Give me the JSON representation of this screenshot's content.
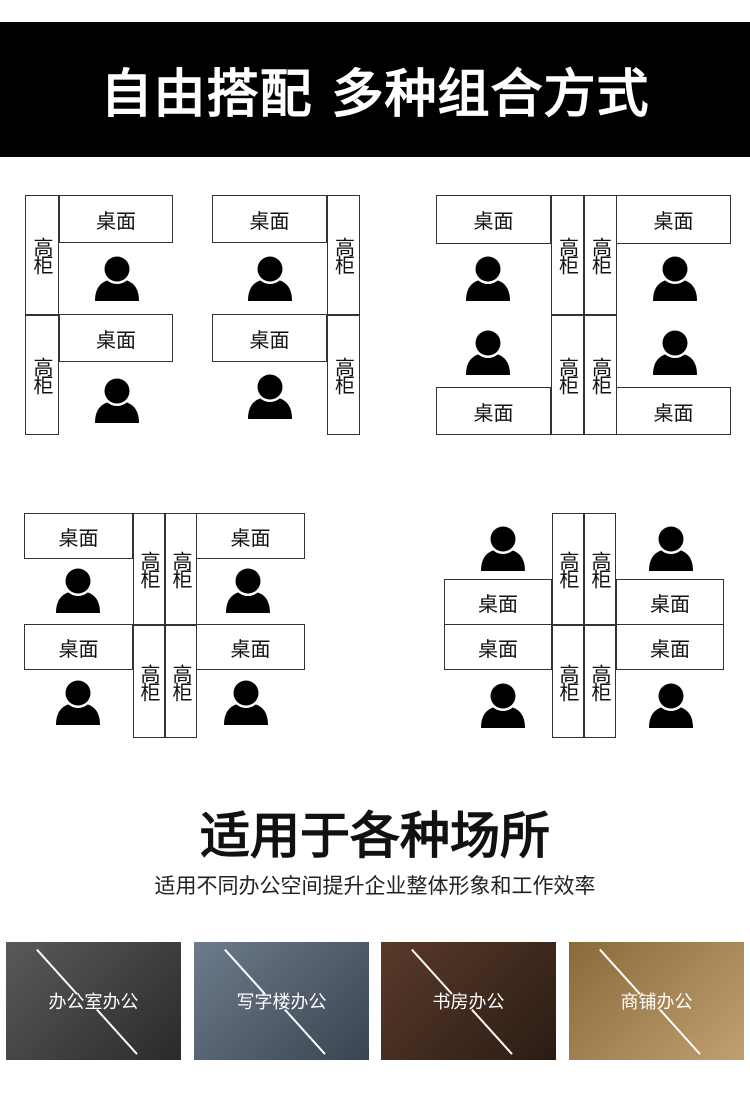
{
  "header": {
    "title": "自由搭配 多种组合方式"
  },
  "diagram": {
    "desk_label": "桌面",
    "cabinet_label": "高柜"
  },
  "section": {
    "title": "适用于各种场所",
    "subtitle": "适用不同办公空间提升企业整体形象和工作效率"
  },
  "scenes": [
    {
      "label": "办公室办公",
      "colors": [
        "#5a5a5a",
        "#2a2a2a"
      ]
    },
    {
      "label": "写字楼办公",
      "colors": [
        "#6d7b8c",
        "#3a4450"
      ]
    },
    {
      "label": "书房办公",
      "colors": [
        "#5a3a2a",
        "#2a1c14"
      ]
    },
    {
      "label": "商铺办公",
      "colors": [
        "#8a6a3a",
        "#c0a070"
      ]
    }
  ]
}
